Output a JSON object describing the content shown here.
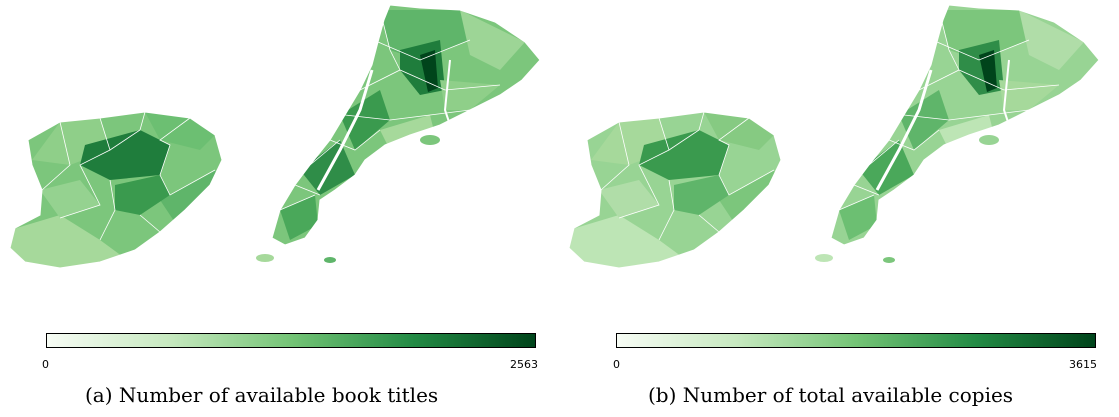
{
  "panels": [
    {
      "id": "a",
      "caption": "(a) Number of available book titles",
      "colorbar": {
        "min_label": "0",
        "max_label": "2563"
      }
    },
    {
      "id": "b",
      "caption": "(b) Number of total available copies",
      "colorbar": {
        "min_label": "0",
        "max_label": "3615"
      }
    }
  ],
  "colors": {
    "scale_low": "#f7fcf5",
    "scale_mid": "#74c476",
    "scale_high": "#00441b",
    "boundary": "#ffffff"
  }
}
